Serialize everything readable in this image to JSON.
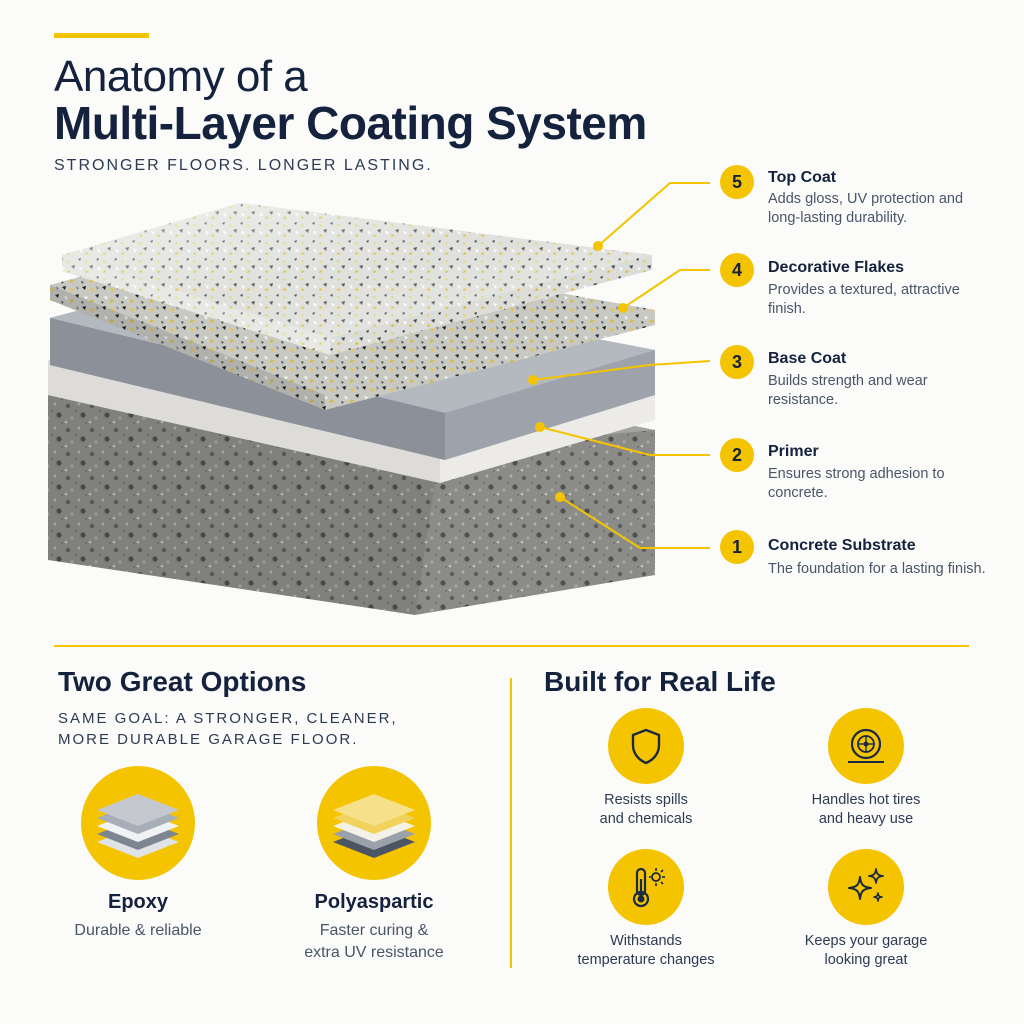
{
  "header": {
    "title_line1": "Anatomy of a",
    "title_line2": "Multi-Layer Coating System",
    "tagline": "STRONGER FLOORS. LONGER LASTING."
  },
  "layers": [
    {
      "number": "5",
      "title": "Top Coat",
      "desc": "Adds gloss, UV protection and long-lasting durability."
    },
    {
      "number": "4",
      "title": "Decorative Flakes",
      "desc": "Provides a textured, attractive finish."
    },
    {
      "number": "3",
      "title": "Base Coat",
      "desc": "Builds strength and wear resistance."
    },
    {
      "number": "2",
      "title": "Primer",
      "desc": "Ensures strong adhesion to concrete."
    },
    {
      "number": "1",
      "title": "Concrete Substrate",
      "desc": "The foundation for a lasting finish."
    }
  ],
  "options": {
    "title": "Two Great Options",
    "subtitle_line1": "SAME GOAL: A STRONGER, CLEANER,",
    "subtitle_line2": "MORE DURABLE GARAGE FLOOR.",
    "items": [
      {
        "name": "Epoxy",
        "desc_line1": "Durable & reliable",
        "desc_line2": "",
        "icon": "epoxy-layers-icon"
      },
      {
        "name": "Polyaspartic",
        "desc_line1": "Faster curing &",
        "desc_line2": "extra UV resistance",
        "icon": "polyaspartic-layers-icon"
      }
    ]
  },
  "features": {
    "title": "Built for Real Life",
    "items": [
      {
        "line1": "Resists spills",
        "line2": "and chemicals",
        "icon": "shield-icon"
      },
      {
        "line1": "Handles hot tires",
        "line2": "and heavy use",
        "icon": "tire-icon"
      },
      {
        "line1": "Withstands",
        "line2": "temperature changes",
        "icon": "thermometer-sun-icon"
      },
      {
        "line1": "Keeps your garage",
        "line2": "looking great",
        "icon": "sparkle-icon"
      }
    ]
  },
  "colors": {
    "accent": "#f5c400",
    "navy": "#14223d",
    "text_gray": "#4a5568"
  }
}
